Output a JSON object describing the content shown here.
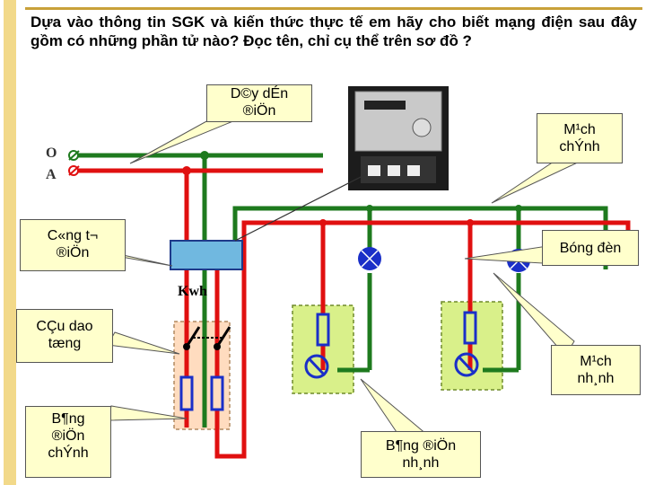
{
  "question": "Dựa vào thông tin SGK và kiến thức thực tế em hãy cho biết mạng điện sau đây gồm có những phần tử nào? Đọc tên, chỉ cụ thể trên sơ đồ ?",
  "labels": {
    "day_dan": "D©y dÉn\n®iÖn",
    "mach_chinh": "M¹ch\nchÝnh",
    "cong_to": "C«ng t¬\n®iÖn",
    "bong_den": "Bóng đèn",
    "kwh": "Kwh",
    "cau_dao": "CÇu dao\ntæng",
    "mach_nhanh": "M¹ch\nnh¸nh",
    "bang_dien_chinh": "B¶ng\n®iÖn\nchÝnh",
    "bang_dien_nhanh": "B¶ng ®iÖn\nnh¸nh"
  },
  "wires": {
    "neutral": "O",
    "phase": "A"
  },
  "colors": {
    "neutral_wire": "#1e7a1e",
    "phase_wire": "#e01010",
    "panel_fill": "#ffdcbf",
    "branch_panel_fill": "#d9f08a",
    "meter_box": "#70b8e0",
    "lamp": "#1a2fc8",
    "callout_fill": "#ffffcc"
  },
  "icons": [
    "switch-icon",
    "lamp-icon",
    "fuse-icon",
    "meter-photo"
  ]
}
